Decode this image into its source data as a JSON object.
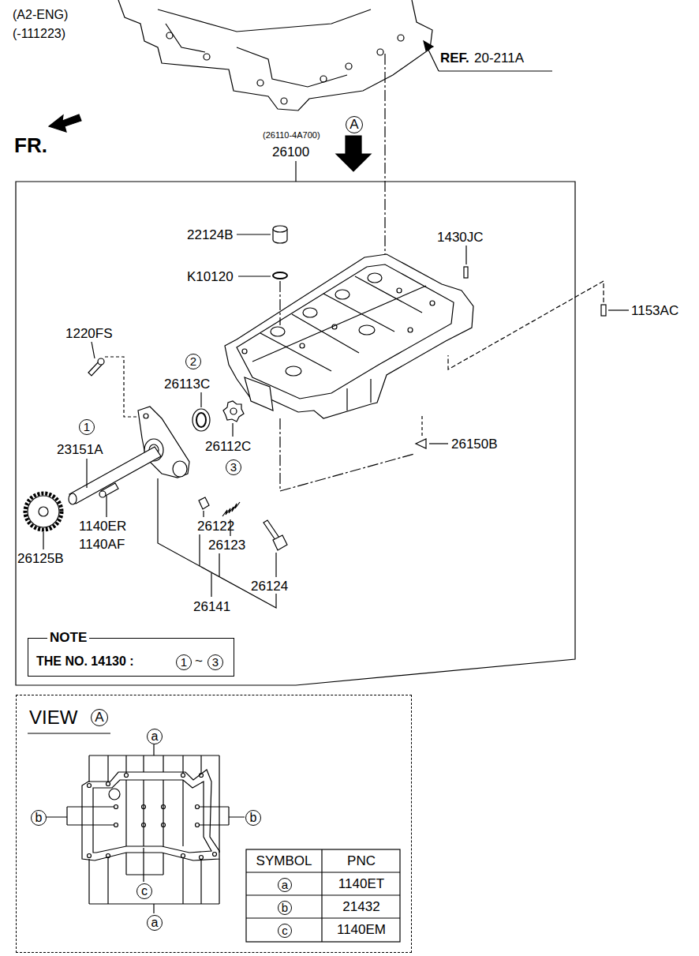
{
  "diagram": {
    "nodes": [
      {
        "text": [
          "A"
        ]
      },
      {
        "text": [
          "2"
        ]
      },
      {
        "text": [
          "1"
        ]
      },
      {
        "text": [
          "3"
        ]
      },
      {
        "text": [
          "NOTE",
          "THE NO. 14130 :"
        ]
      },
      {
        "text": [
          "1"
        ],
        "in": 4
      },
      {
        "text": [
          "3"
        ],
        "in": 4
      },
      {
        "text": [
          "VIEW"
        ]
      },
      {
        "text": [
          "A"
        ],
        "in": 7
      },
      {
        "text": [
          "a"
        ],
        "in": 7
      },
      {
        "text": [
          "b"
        ],
        "in": 7
      },
      {
        "text": [
          "b"
        ],
        "in": 7
      },
      {
        "text": [
          "c"
        ],
        "in": 7
      },
      {
        "text": [
          "a"
        ],
        "in": 7
      },
      {
        "text": [
          "a"
        ],
        "in": 7
      },
      {
        "text": [
          "b"
        ],
        "in": 7
      },
      {
        "text": [
          "c"
        ],
        "in": 7
      }
    ],
    "labels": [
      "(A2-ENG)",
      "(-111223)",
      "REF.",
      "20-211A",
      "FR.",
      "(26110-4A700)",
      "26100",
      "22124B",
      "K10120",
      "1430JC",
      "1153AC",
      "1220FS",
      "26113C",
      "23151A",
      "26112C",
      "26150B",
      "1140ER",
      "1140AF",
      "26122",
      "26123",
      "26125B",
      "26124",
      "26141",
      "~",
      "SYMBOL",
      "PNC",
      "1140ET",
      "21432",
      "1140EM"
    ]
  }
}
